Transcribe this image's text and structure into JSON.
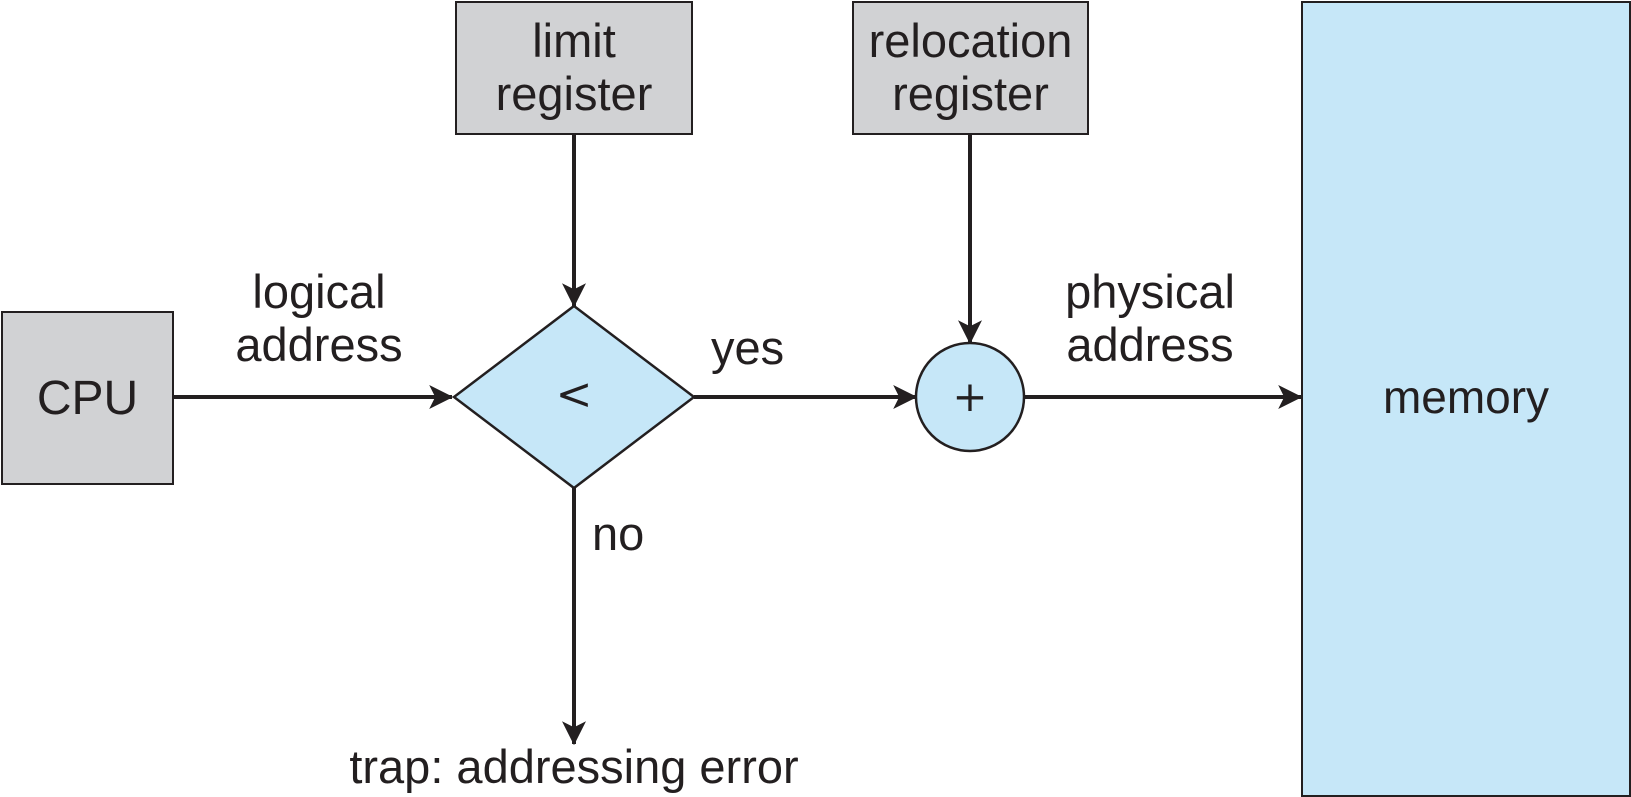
{
  "nodes": {
    "cpu": "CPU",
    "limit_register": [
      "limit",
      "register"
    ],
    "relocation_register": [
      "relocation",
      "register"
    ],
    "memory": "memory",
    "compare_symbol": "<",
    "add_symbol": "+"
  },
  "edge_labels": {
    "logical_address": [
      "logical",
      "address"
    ],
    "physical_address": [
      "physical",
      "address"
    ],
    "yes": "yes",
    "no": "no",
    "trap": "trap: addressing error"
  },
  "colors": {
    "register_fill": "#d1d2d4",
    "memory_fill": "#c6e7f8",
    "stroke": "#231f20"
  }
}
